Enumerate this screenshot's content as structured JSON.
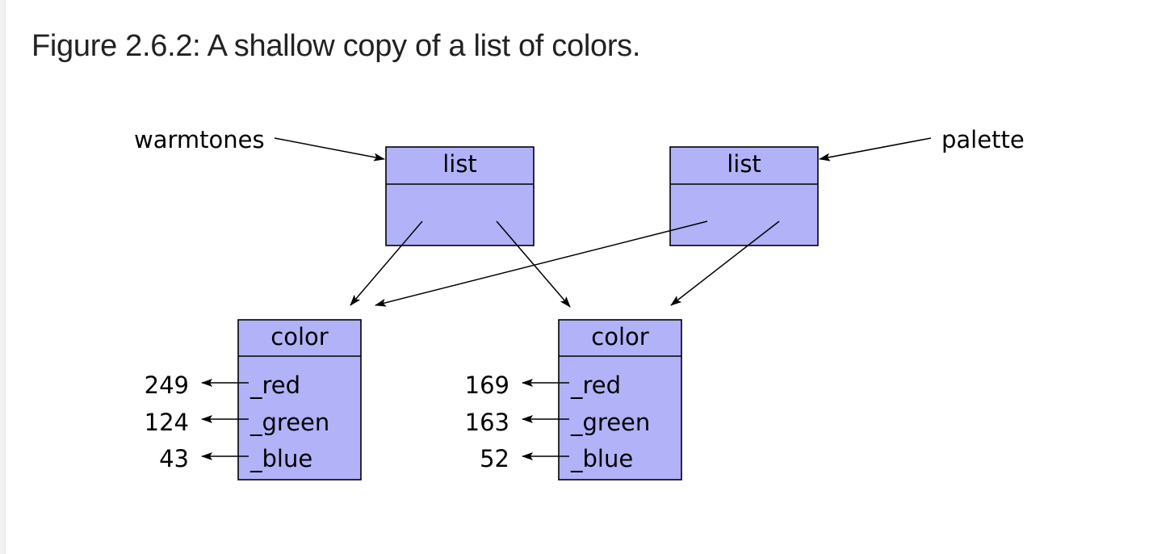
{
  "figure": {
    "caption": "Figure 2.6.2: A shallow copy of a list of colors."
  },
  "diagram": {
    "colors": {
      "box_fill": "#b2b2f9",
      "stroke": "#000000",
      "text": "#000000"
    },
    "variables": {
      "warmtones": "warmtones",
      "palette": "palette"
    },
    "lists": [
      {
        "type_label": "list"
      },
      {
        "type_label": "list"
      }
    ],
    "color_objects": [
      {
        "type_label": "color",
        "fields": [
          {
            "name": "_red",
            "value": "249"
          },
          {
            "name": "_green",
            "value": "124"
          },
          {
            "name": "_blue",
            "value": "43"
          }
        ]
      },
      {
        "type_label": "color",
        "fields": [
          {
            "name": "_red",
            "value": "169"
          },
          {
            "name": "_green",
            "value": "163"
          },
          {
            "name": "_blue",
            "value": "52"
          }
        ]
      }
    ]
  }
}
